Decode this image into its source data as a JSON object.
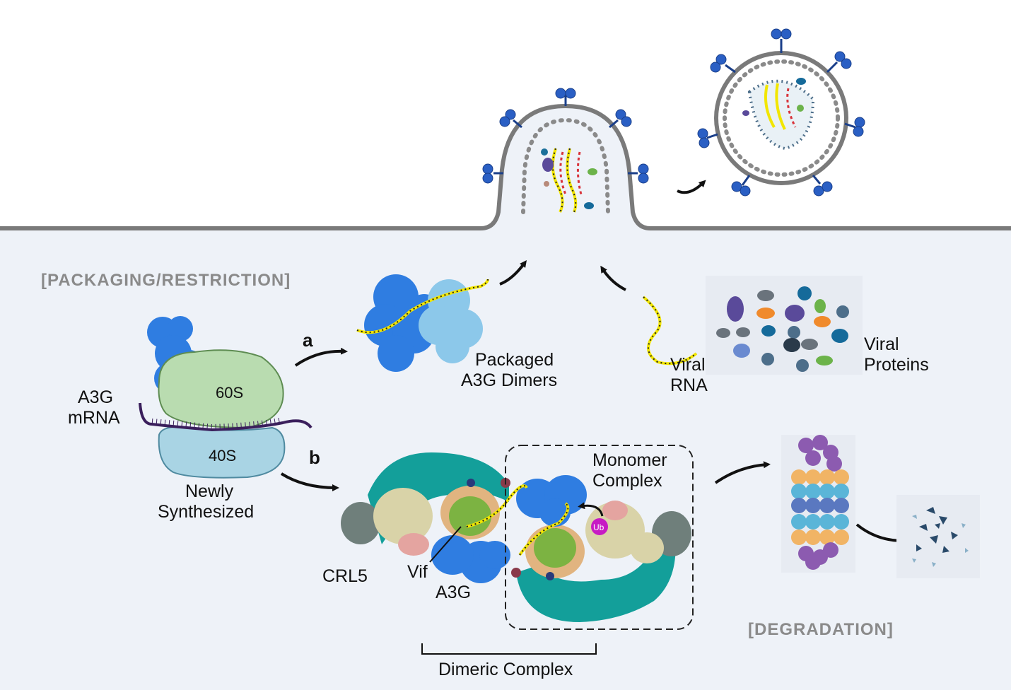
{
  "sections": {
    "packaging": "[PACKAGING/RESTRICTION]",
    "degradation": "[DEGRADATION]"
  },
  "pathways": {
    "a": "a",
    "b": "b"
  },
  "labels": {
    "a3g_mrna_line1": "A3G",
    "a3g_mrna_line2": "mRNA",
    "ribosome_60s": "60S",
    "ribosome_40s": "40S",
    "newly_line1": "Newly",
    "newly_line2": "Synthesized",
    "packaged_line1": "Packaged",
    "packaged_line2": "A3G Dimers",
    "viral_rna_line1": "Viral",
    "viral_rna_line2": "RNA",
    "viral_proteins_line1": "Viral",
    "viral_proteins_line2": "Proteins",
    "monomer_line1": "Monomer",
    "monomer_line2": "Complex",
    "crl5": "CRL5",
    "vif": "Vif",
    "a3g": "A3G",
    "ub": "Ub",
    "dimeric": "Dimeric Complex"
  },
  "colors": {
    "background_lower": "#eef2f8",
    "membrane": "#7a7a7a",
    "a3g_blue": "#2f7de1",
    "a3g_light": "#8cc8ea",
    "ribosome_60s": "#b9dcb0",
    "ribosome_40s": "#a9d4e4",
    "crl5_teal": "#139f9a",
    "crl5_tan": "#d9d3a8",
    "vif_green": "#7cb342",
    "ub_magenta": "#c71bc4",
    "rna_yellow": "#f2e600",
    "spike_blue": "#2a5fc4"
  }
}
